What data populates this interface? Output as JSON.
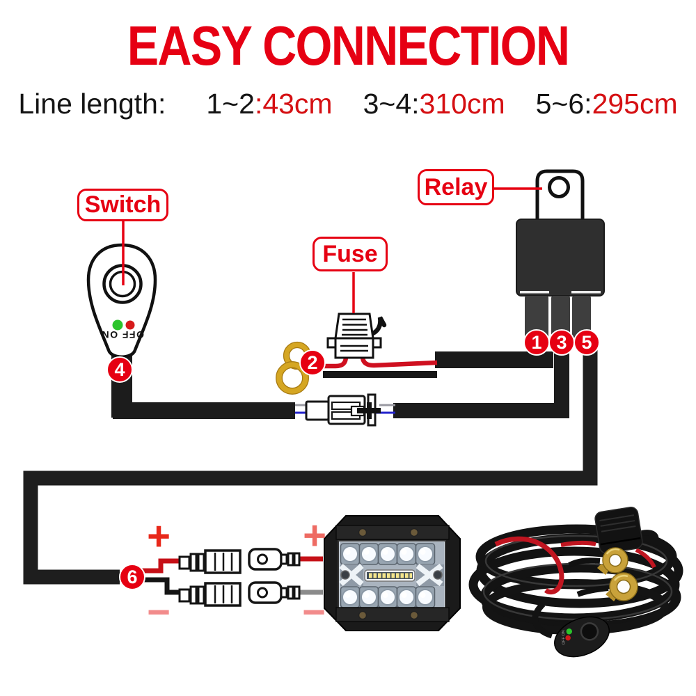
{
  "title": "EASY CONNECTION",
  "line_length": {
    "label": "Line length:",
    "segments": [
      {
        "pair": "1~2",
        "value": ":43cm"
      },
      {
        "pair": "3~4:",
        "value": "310cm"
      },
      {
        "pair": "5~6:",
        "value": "295cm"
      }
    ]
  },
  "component_labels": {
    "switch": "Switch",
    "fuse": "Fuse",
    "relay": "Relay"
  },
  "wire_markers": [
    "1",
    "2",
    "3",
    "4",
    "5",
    "6"
  ],
  "switch_device": {
    "indicator_text": "OFF ON"
  },
  "remote_switch": {
    "indicator_text": "OFF ON"
  },
  "polarity": {
    "plus": "+",
    "minus": "−"
  },
  "colors": {
    "accent_red": "#e60012",
    "wire_black": "#1a1a1a",
    "wire_red": "#c61017",
    "wire_gray": "#8b8b8b",
    "wire_blue": "#2222cc",
    "brass_gold": "#c9a23a",
    "minus_pink": "#f28b8b",
    "led_green": "#2bc42b",
    "led_red": "#d61a1a"
  }
}
